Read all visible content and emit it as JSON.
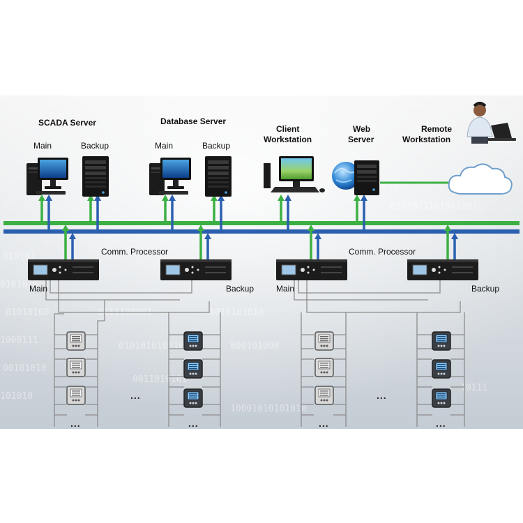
{
  "labels": {
    "scada_server": "SCADA Server",
    "database_server": "Database Server",
    "main": "Main",
    "backup": "Backup",
    "client_workstation_line1": "Client",
    "client_workstation_line2": "Workstation",
    "web_server_line1": "Web",
    "web_server_line2": "Server",
    "remote_workstation_line1": "Remote",
    "remote_workstation_line2": "Workstation",
    "comm_processor": "Comm. Processor",
    "ellipsis": "..."
  },
  "colors": {
    "green_bus": "#3cb043",
    "blue_bus": "#2a5fb0",
    "loop_line": "#8c8c8c",
    "background_top": "#f2f2f2",
    "background_bottom": "#c9d2da"
  },
  "icons": {
    "desktop_pc": "desktop-computer-icon",
    "tower_server": "tower-server-icon",
    "globe": "globe-icon",
    "cloud": "cloud-icon",
    "remote_user": "laptop-user-icon",
    "rack_unit": "comm-processor-icon",
    "power_meter": "power-meter-icon"
  }
}
